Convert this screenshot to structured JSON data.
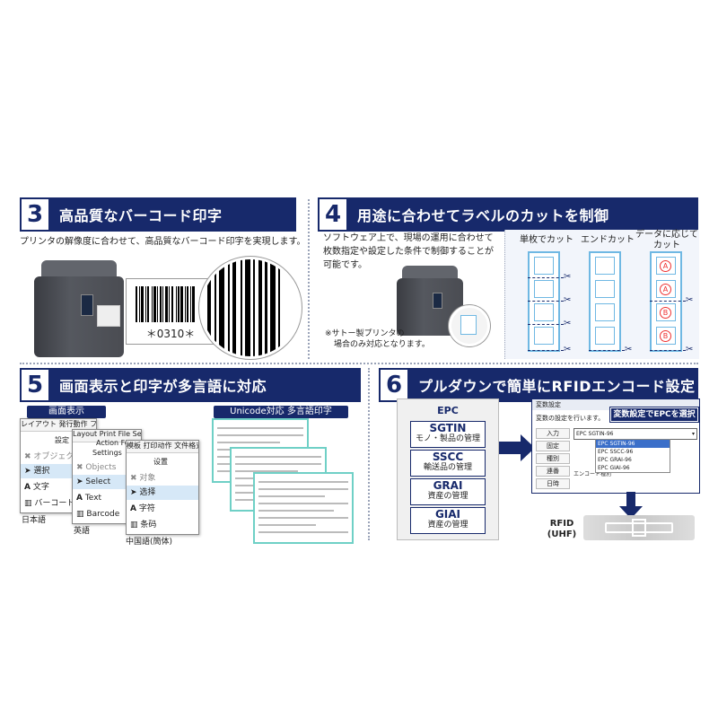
{
  "section3": {
    "num": "3",
    "title": "高品質なバーコード印字",
    "desc": "プリンタの解像度に合わせて、高品質なバーコード印字を実現します。",
    "barcode_text": "＊0310＊"
  },
  "section4": {
    "num": "4",
    "title": "用途に合わせてラベルのカットを制御",
    "desc_lines": [
      "ソフトウェア上で、現場の運用に合わせて",
      "枚数指定や設定した条件で制御することが",
      "可能です。"
    ],
    "note_lines": [
      "※サトー製プリンタの",
      "場合のみ対応となります。"
    ],
    "col1": "単枚でカット",
    "col2": "エンドカット",
    "col3_l1": "データに応じて",
    "col3_l2": "カット",
    "badgeA": "A",
    "badgeB": "B"
  },
  "section5": {
    "num": "5",
    "title": "画面表示と印字が多言語に対応",
    "left_tag": "画面表示",
    "right_tag": "Unicode対応 多言語印字",
    "jp": {
      "menu": "レイアウト 発行動作 ファイル",
      "settings": "設定",
      "objects": "オブジェクト",
      "select": "選択",
      "text": "文字",
      "barcode": "バーコード",
      "caption": "日本語"
    },
    "en": {
      "menu": "Layout Print File Se",
      "menu2": "Action Form",
      "settings": "Settings",
      "objects": "Objects",
      "select": "Select",
      "text": "Text",
      "barcode": "Barcode",
      "caption": "英語"
    },
    "cn": {
      "menu": "模板 打印动作 文件格式",
      "settings": "设置",
      "objects": "对象",
      "select": "选择",
      "text": "字符",
      "barcode": "条码",
      "caption": "中国語(簡体)"
    }
  },
  "section6": {
    "num": "6",
    "title": "プルダウンで簡単にRFIDエンコード設定",
    "epc_head": "EPC",
    "items": [
      {
        "a": "SGTIN",
        "b": "モノ・製品の管理"
      },
      {
        "a": "SSCC",
        "b": "輸送品の管理"
      },
      {
        "a": "GRAI",
        "b": "資産の管理"
      },
      {
        "a": "GIAI",
        "b": "資産の管理"
      }
    ],
    "dialog_title": "変数設定",
    "dialog_sub": "変数の設定を行います。",
    "callout": "変数設定でEPCを選択",
    "dropdown": [
      "EPC SGTIN-96",
      "EPC SGTIN-96",
      "EPC SSCC-96",
      "EPC GRAI-96",
      "EPC GIAI-96"
    ],
    "rows": [
      "入力",
      "固定",
      "種別",
      "連番",
      "日時",
      "エンコード種別"
    ],
    "rfid_l1": "RFID",
    "rfid_l2": "(UHF)"
  }
}
